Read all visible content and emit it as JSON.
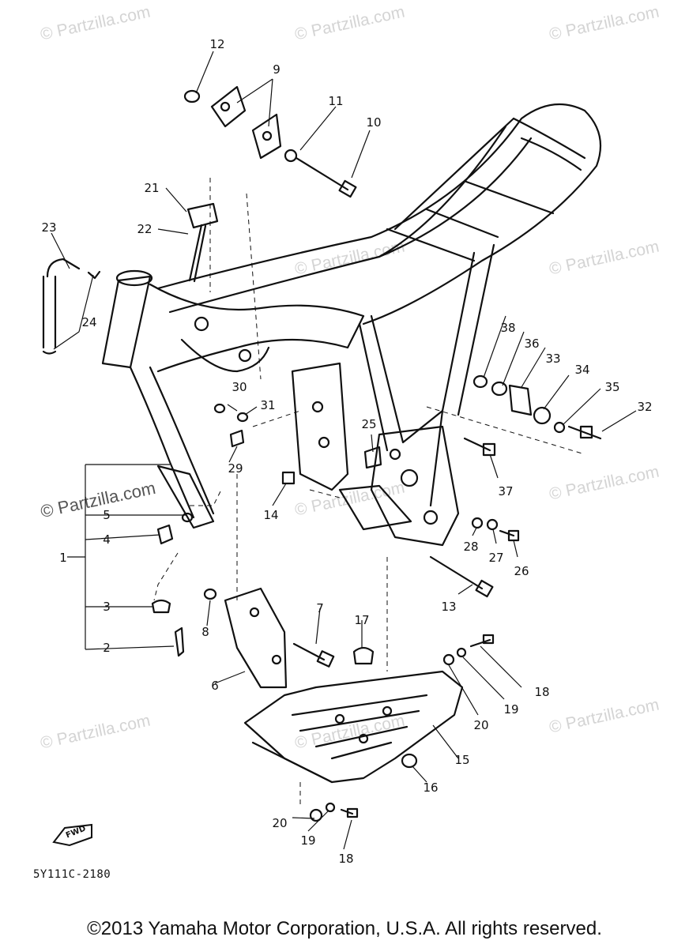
{
  "watermark_text": "© Partzilla.com",
  "callouts": [
    {
      "id": "c1",
      "label": "1"
    },
    {
      "id": "c2",
      "label": "2"
    },
    {
      "id": "c3",
      "label": "3"
    },
    {
      "id": "c4",
      "label": "4"
    },
    {
      "id": "c5",
      "label": "5"
    },
    {
      "id": "c6",
      "label": "6"
    },
    {
      "id": "c7",
      "label": "7"
    },
    {
      "id": "c8",
      "label": "8"
    },
    {
      "id": "c9",
      "label": "9"
    },
    {
      "id": "c10",
      "label": "10"
    },
    {
      "id": "c11",
      "label": "11"
    },
    {
      "id": "c12",
      "label": "12"
    },
    {
      "id": "c13",
      "label": "13"
    },
    {
      "id": "c14",
      "label": "14"
    },
    {
      "id": "c15",
      "label": "15"
    },
    {
      "id": "c16",
      "label": "16"
    },
    {
      "id": "c17",
      "label": "17"
    },
    {
      "id": "c18a",
      "label": "18"
    },
    {
      "id": "c18b",
      "label": "18"
    },
    {
      "id": "c19a",
      "label": "19"
    },
    {
      "id": "c19b",
      "label": "19"
    },
    {
      "id": "c20a",
      "label": "20"
    },
    {
      "id": "c20b",
      "label": "20"
    },
    {
      "id": "c21",
      "label": "21"
    },
    {
      "id": "c22",
      "label": "22"
    },
    {
      "id": "c23",
      "label": "23"
    },
    {
      "id": "c24",
      "label": "24"
    },
    {
      "id": "c25",
      "label": "25"
    },
    {
      "id": "c26",
      "label": "26"
    },
    {
      "id": "c27",
      "label": "27"
    },
    {
      "id": "c28",
      "label": "28"
    },
    {
      "id": "c29",
      "label": "29"
    },
    {
      "id": "c30",
      "label": "30"
    },
    {
      "id": "c31",
      "label": "31"
    },
    {
      "id": "c32",
      "label": "32"
    },
    {
      "id": "c33",
      "label": "33"
    },
    {
      "id": "c34",
      "label": "34"
    },
    {
      "id": "c35",
      "label": "35"
    },
    {
      "id": "c36",
      "label": "36"
    },
    {
      "id": "c37",
      "label": "37"
    },
    {
      "id": "c38",
      "label": "38"
    }
  ],
  "fwd_label": "FWD",
  "diagram_code": "5Y111C-2180",
  "copyright": "©2013 Yamaha Motor Corporation, U.S.A. All rights reserved."
}
